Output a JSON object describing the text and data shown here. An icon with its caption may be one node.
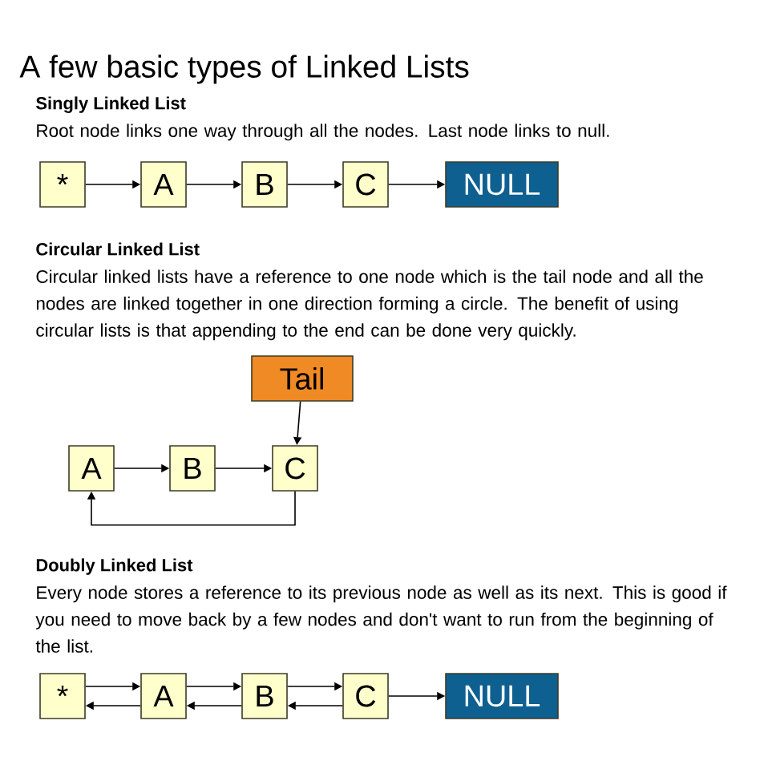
{
  "diagram": {
    "title": "A few basic types of Linked Lists",
    "nodes": [
      {
        "text": [
          "*"
        ]
      },
      {
        "text": [
          "A"
        ]
      },
      {
        "text": [
          "B"
        ]
      },
      {
        "text": [
          "C"
        ]
      },
      {
        "text": [
          "NULL"
        ]
      },
      {
        "text": [
          "Tail"
        ]
      },
      {
        "text": [
          "A"
        ]
      },
      {
        "text": [
          "B"
        ]
      },
      {
        "text": [
          "C"
        ]
      },
      {
        "text": [
          "*"
        ]
      },
      {
        "text": [
          "A"
        ]
      },
      {
        "text": [
          "B"
        ]
      },
      {
        "text": [
          "C"
        ]
      },
      {
        "text": [
          "NULL"
        ]
      }
    ],
    "edges": [
      {
        "from": 0,
        "to": 1,
        "arrow": "to"
      },
      {
        "from": 1,
        "to": 2,
        "arrow": "to"
      },
      {
        "from": 2,
        "to": 3,
        "arrow": "to"
      },
      {
        "from": 3,
        "to": 4,
        "arrow": "to"
      },
      {
        "from": 5,
        "to": 8,
        "arrow": "to"
      },
      {
        "from": 6,
        "to": 7,
        "arrow": "to"
      },
      {
        "from": 7,
        "to": 8,
        "arrow": "to"
      },
      {
        "from": 8,
        "to": 6,
        "arrow": "to"
      },
      {
        "from": 9,
        "to": 10,
        "arrow": "to"
      },
      {
        "from": 10,
        "to": 9,
        "arrow": "to"
      },
      {
        "from": 10,
        "to": 11,
        "arrow": "to"
      },
      {
        "from": 11,
        "to": 10,
        "arrow": "to"
      },
      {
        "from": 11,
        "to": 12,
        "arrow": "to"
      },
      {
        "from": 12,
        "to": 11,
        "arrow": "to"
      },
      {
        "from": 12,
        "to": 13,
        "arrow": "to"
      }
    ],
    "labels": [
      "Singly Linked List",
      "Root node links one way through all the nodes. Last node links to null.",
      "Circular Linked List",
      "Circular linked lists have a reference to one node which is the tail node and all the nodes are linked together in one direction forming a circle. The benefit of using circular lists is that appending to the end can be done very quickly.",
      "Doubly Linked List",
      "Every node stores a reference to its previous node as well as its next. This is good if you need to move back by a few nodes and don't want to run from the beginning of the list."
    ]
  }
}
